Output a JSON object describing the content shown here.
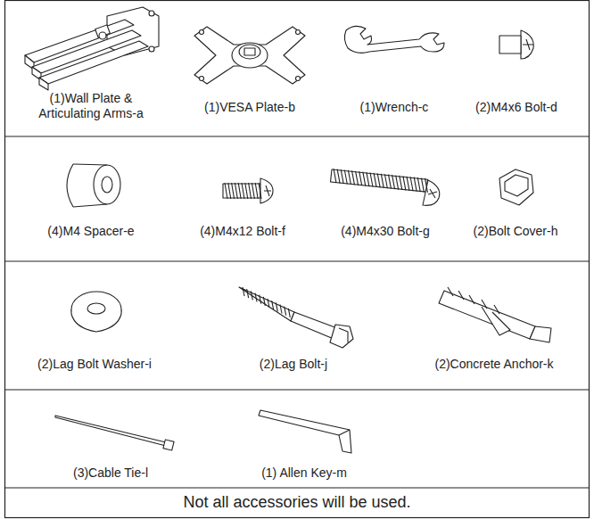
{
  "diagram": {
    "labels": [
      "(1)Wall Plate & Articulating Arms-a",
      "(1)VESA Plate-b",
      "(1)Wrench-c",
      "(2)M4x6 Bolt-d",
      "(4)M4 Spacer-e",
      "(4)M4x12 Bolt-f",
      "(4)M4x30 Bolt-g",
      "(2)Bolt Cover-h",
      "(2)Lag Bolt Washer-i",
      "(2)Lag Bolt-j",
      "(2)Concrete Anchor-k",
      "(3)Cable Tie-l",
      "(1) Allen Key-m",
      "Not all accessories will be used."
    ]
  }
}
